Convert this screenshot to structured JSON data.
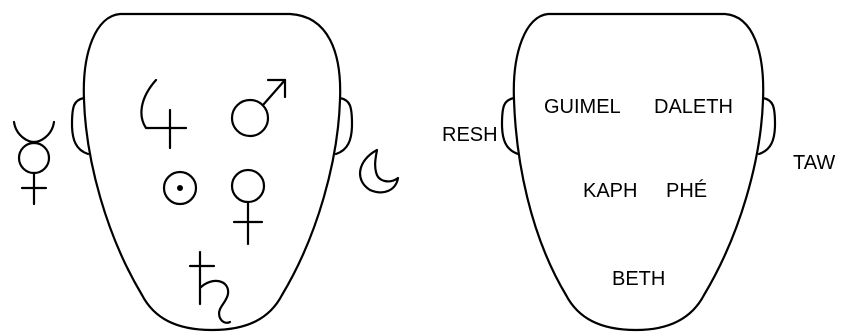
{
  "left_head": {
    "symbols": [
      {
        "name": "mercury",
        "icon": "mercury-icon",
        "position": "left ear"
      },
      {
        "name": "jupiter",
        "icon": "jupiter-icon",
        "position": "upper left face"
      },
      {
        "name": "mars",
        "icon": "mars-icon",
        "position": "upper right face"
      },
      {
        "name": "sun",
        "icon": "sun-icon",
        "position": "middle left face"
      },
      {
        "name": "venus",
        "icon": "venus-icon",
        "position": "middle right face"
      },
      {
        "name": "saturn",
        "icon": "saturn-icon",
        "position": "lower face"
      },
      {
        "name": "moon",
        "icon": "moon-icon",
        "position": "right ear"
      }
    ]
  },
  "right_head": {
    "labels": {
      "resh": "RESH",
      "guimel": "GUIMEL",
      "daleth": "DALETH",
      "taw": "TAW",
      "kaph": "KAPH",
      "phe": "PHÉ",
      "beth": "BETH"
    }
  },
  "colors": {
    "stroke": "#000000",
    "background": "#ffffff"
  }
}
